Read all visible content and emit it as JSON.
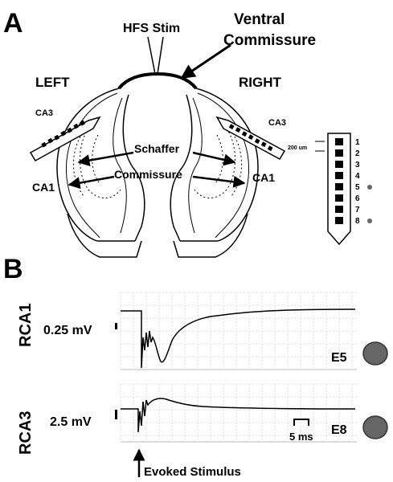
{
  "panel_a": {
    "letter": "A",
    "stim_label": "HFS Stim",
    "commissure_label_line1": "Ventral",
    "commissure_label_line2": "Commissure",
    "left_label": "LEFT",
    "right_label": "RIGHT",
    "ca3_left": "CA3",
    "ca3_right": "CA3",
    "ca1_left": "CA1",
    "ca1_right": "CA1",
    "schaffer_label": "Schaffer",
    "commissure_label": "Commissure",
    "scale_label": "200 um",
    "electrode_numbers": [
      "1",
      "2",
      "3",
      "4",
      "5",
      "6",
      "7",
      "8"
    ],
    "marked_electrodes": [
      "5",
      "8"
    ]
  },
  "panel_b": {
    "letter": "B",
    "trace1": {
      "channel": "RCA1",
      "scale": "0.25 mV",
      "electrode": "E5"
    },
    "trace2": {
      "channel": "RCA3",
      "scale": "2.5 mV",
      "electrode": "E8"
    },
    "time_scale": "5 ms",
    "stimulus_label": "Evoked Stimulus"
  },
  "colors": {
    "ink": "#000000",
    "grid": "#d6d6d6",
    "dot": "#666666"
  }
}
